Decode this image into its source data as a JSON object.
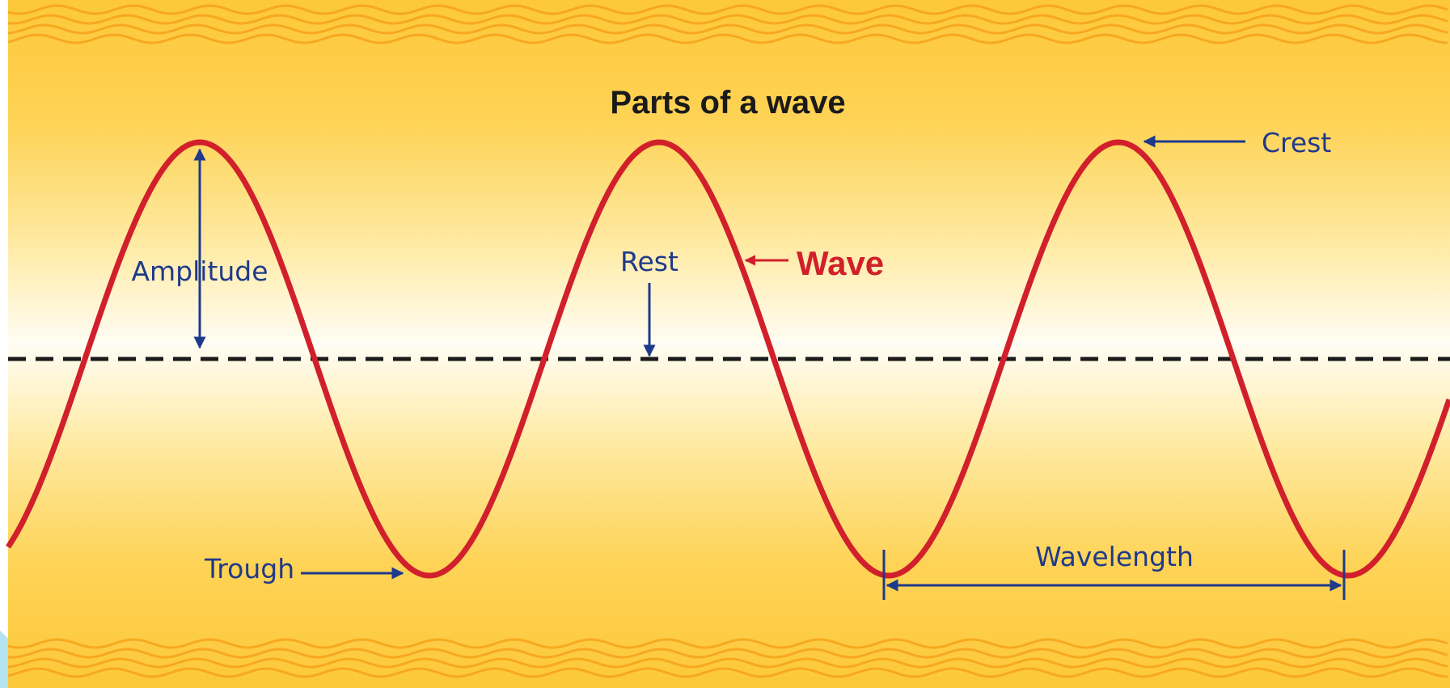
{
  "diagram": {
    "title": "Parts of a wave",
    "labels": {
      "amplitude": "Amplitude",
      "rest": "Rest",
      "wave": "Wave",
      "crest": "Crest",
      "trough": "Trough",
      "wavelength": "Wavelength"
    },
    "colors": {
      "background_gold": "#fdc83a",
      "background_light": "#fffdf4",
      "wave_line": "#d1202b",
      "label_blue": "#1f3a8a",
      "rest_line": "#1a1a1a",
      "frame_blue": "#b5e3ef",
      "ripple_orange": "#f6a21a"
    }
  }
}
